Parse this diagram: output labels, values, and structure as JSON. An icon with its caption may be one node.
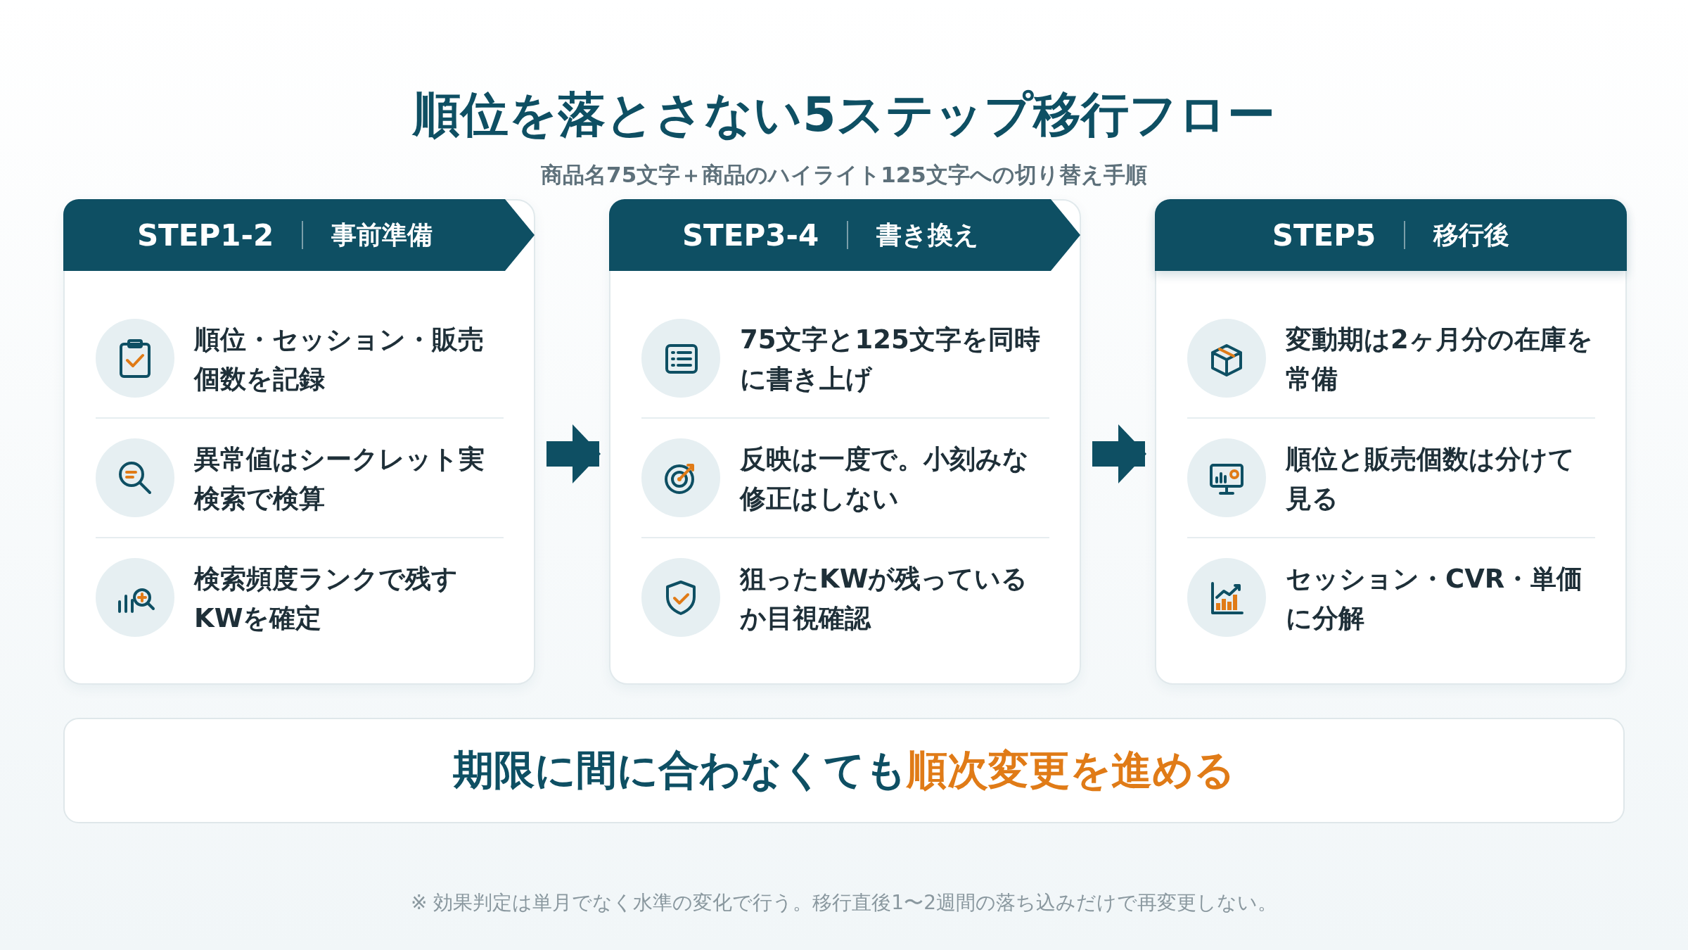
{
  "diagram": {
    "title": "順位を落とさない5ステップ移行フロー",
    "nodes": [
      {
        "text": [
          "STEP1-2",
          "事前準備"
        ]
      },
      {
        "text": [
          "順位・セッション・販売個数を記録"
        ],
        "in": 0
      },
      {
        "text": [
          "異常値はシークレット実検索で検算"
        ],
        "in": 0
      },
      {
        "text": [
          "検索頻度ランクで残すKWを確定"
        ],
        "in": 0
      },
      {
        "text": [
          "STEP3-4",
          "書き換え"
        ]
      },
      {
        "text": [
          "75文字と125文字を同時に書き上げ"
        ],
        "in": 4
      },
      {
        "text": [
          "反映は一度で。小刻みな修正はしない"
        ],
        "in": 4
      },
      {
        "text": [
          "狙ったKWが残っているか目視確認"
        ],
        "in": 4
      },
      {
        "text": [
          "STEP5",
          "移行後"
        ]
      },
      {
        "text": [
          "変動期は2ヶ月分の在庫を常備"
        ],
        "in": 8
      },
      {
        "text": [
          "順位と販売個数は分けて見る"
        ],
        "in": 8
      },
      {
        "text": [
          "セッション・CVR・単価に分解"
        ],
        "in": 8
      },
      {
        "text": [
          "期限に間に合わなくても",
          "順次変更を進める"
        ]
      }
    ],
    "edges": [
      {
        "from": 0,
        "to": 4,
        "arrow": "to"
      },
      {
        "from": 4,
        "to": 8,
        "arrow": "to"
      }
    ],
    "labels": [
      "商品名75文字＋商品のハイライト125文字への切り替え手順",
      "※ 効果判定は単月でなく水準の変化で行う。移行直後1〜2週間の落ち込みだけで再変更しない。"
    ]
  }
}
